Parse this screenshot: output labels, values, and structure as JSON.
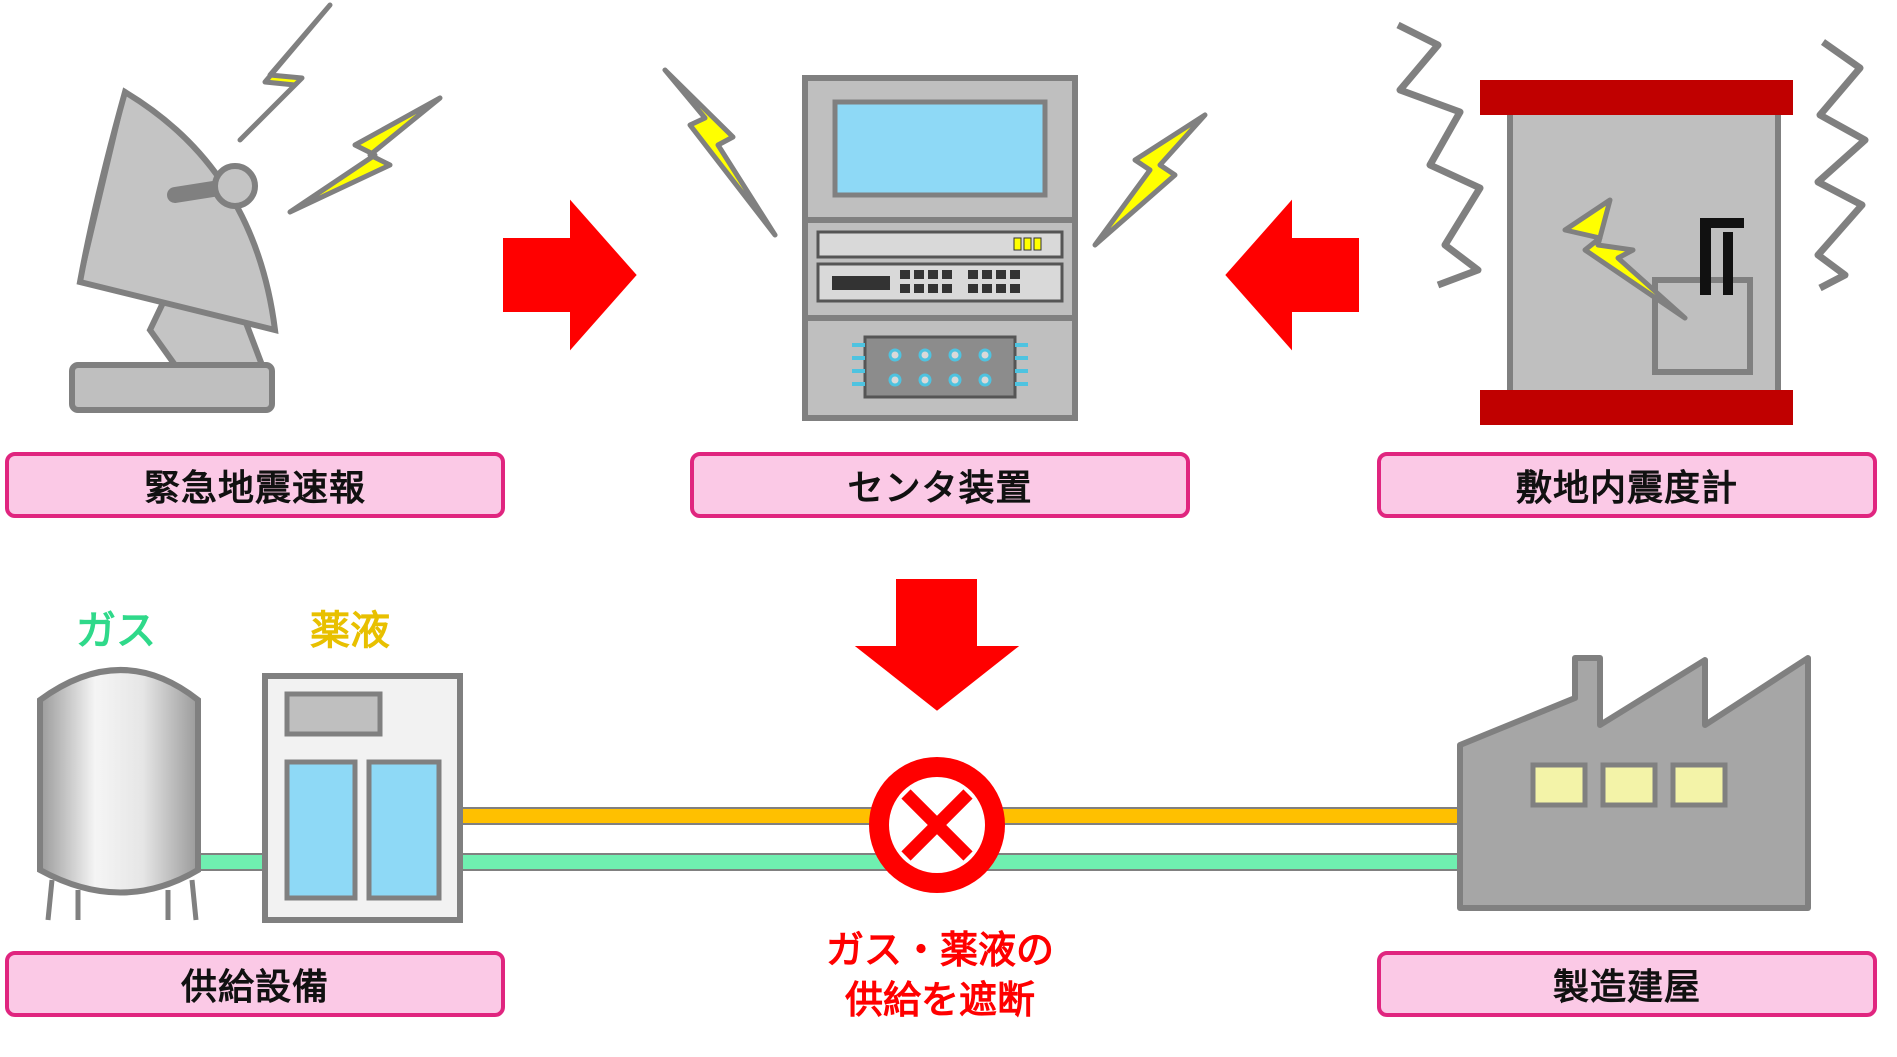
{
  "labels": {
    "eew": "緊急地震速報",
    "center": "センタ装置",
    "seismometer": "敷地内震度計",
    "supply": "供給設備",
    "building": "製造建屋"
  },
  "tops": {
    "gas": "ガス",
    "chemical": "薬液"
  },
  "cutoff": {
    "line1": "ガス・薬液の",
    "line2": "供給を遮断"
  },
  "colors": {
    "arrow": "#ff0000",
    "label_fill": "#fbc9e6",
    "label_border": "#e0257f",
    "gas_pipe": "#6fefb0",
    "chemical_pipe": "#ffc000",
    "gas_text": "#2fd98a",
    "chemical_text": "#e8c000",
    "lightning": "#ffff00",
    "seismometer_bars": "#c00000"
  },
  "icons": {
    "satellite": "satellite-dish-icon",
    "center": "server-rack-icon",
    "seismometer": "seismometer-icon",
    "tank": "gas-tank-icon",
    "cabinet": "chemical-cabinet-icon",
    "factory": "factory-icon",
    "stop": "stop-cross-icon"
  }
}
